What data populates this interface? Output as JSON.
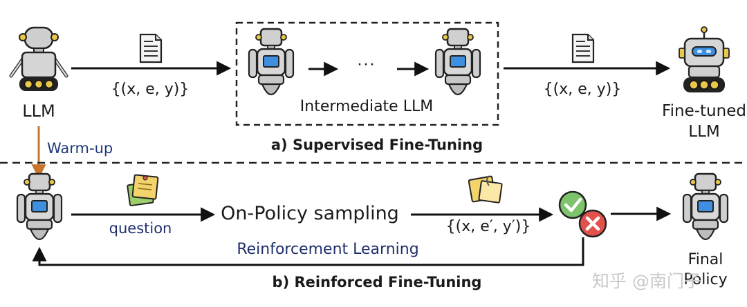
{
  "top": {
    "llm_label": "LLM",
    "triple_in": "{(x, e, y)}",
    "ellipsis": "···",
    "intermediate_label": "Intermediate LLM",
    "triple_out": "{(x, e, y)}",
    "finetuned_line1": "Fine-tuned",
    "finetuned_line2": "LLM",
    "caption": "a) Supervised Fine-Tuning"
  },
  "warmup_label": "Warm-up",
  "bottom": {
    "question_label": "question",
    "sampling_label": "On-Policy sampling",
    "triple_sampled": "{(x, e′, y′)}",
    "rl_label": "Reinforcement Learning",
    "final_line1": "Final",
    "final_line2": "Policy",
    "caption": "b) Reinforced Fine-Tuning"
  },
  "watermark": "知乎 @南门子",
  "colors": {
    "warmup_arrow": "#c8742a",
    "check": "#7cc36b",
    "cross": "#e2514c",
    "screen": "#3f8fe0",
    "note_yellow": "#f3d36b",
    "note_green": "#9ccf6a"
  },
  "icons": {
    "robot": "robot-icon",
    "document": "document-icon",
    "note": "sticky-note-icon",
    "check": "check-icon",
    "cross": "cross-icon"
  }
}
